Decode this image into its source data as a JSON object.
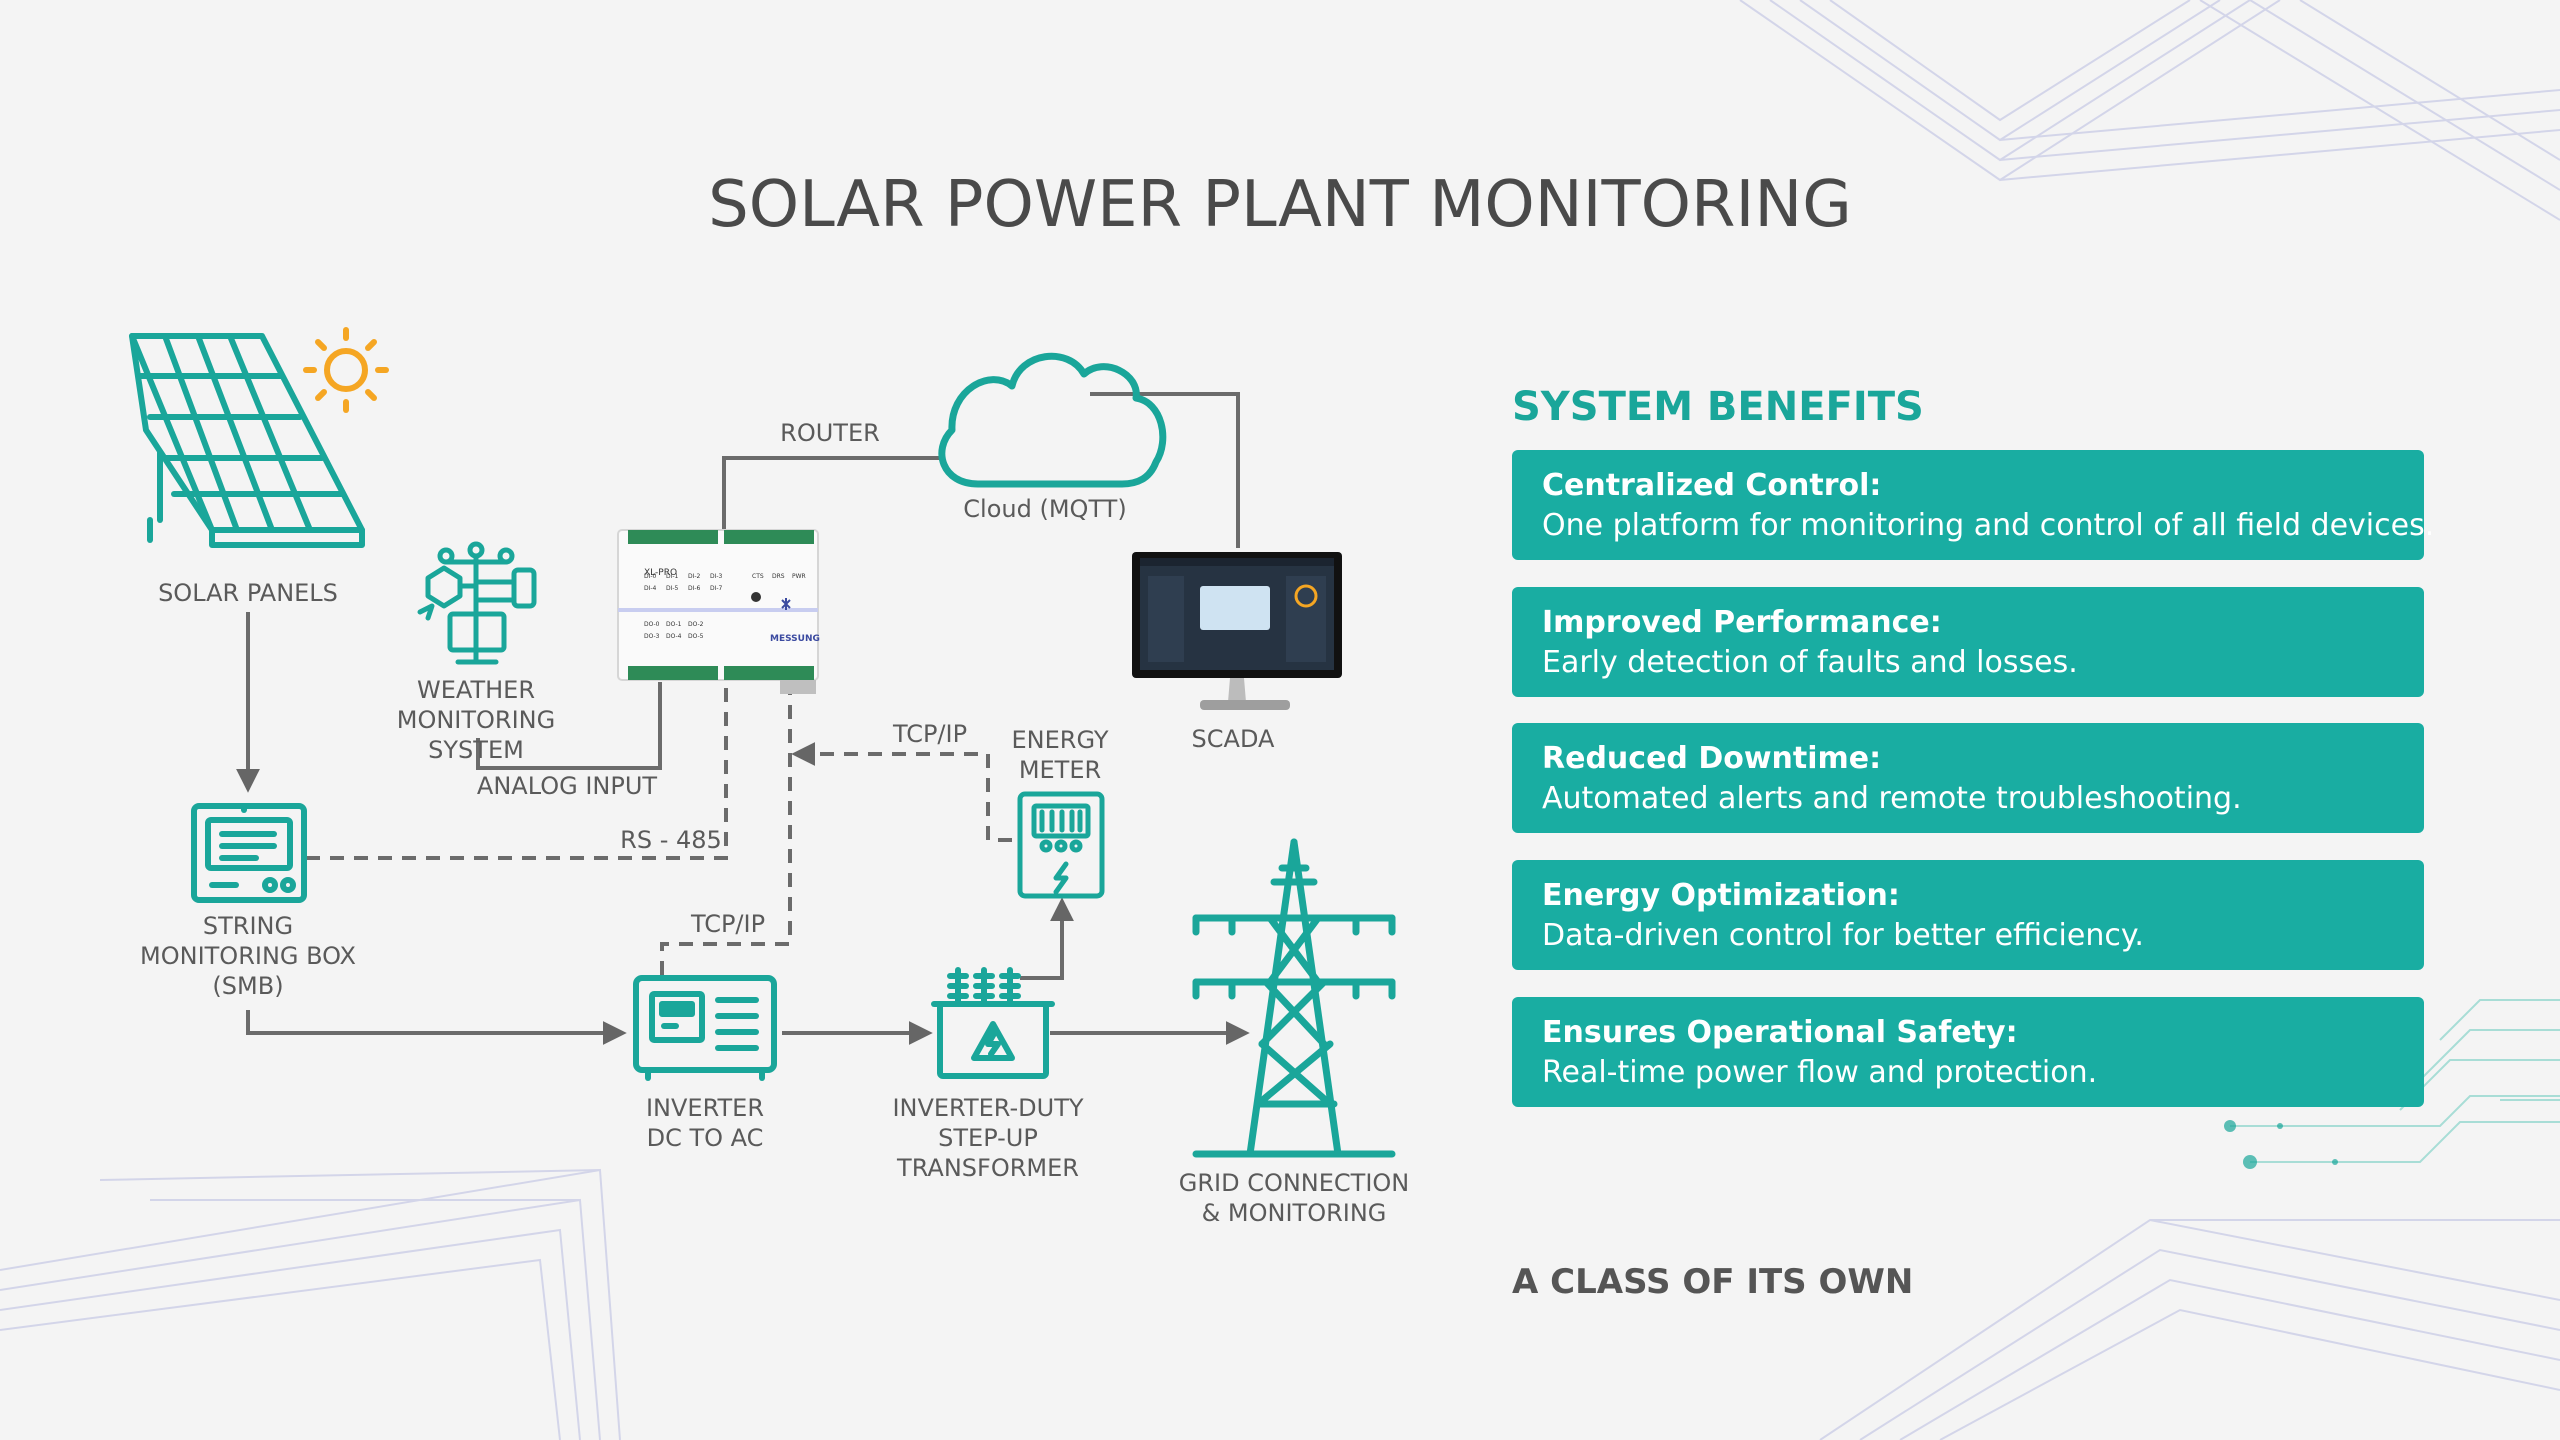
{
  "title": "SOLAR POWER PLANT MONITORING",
  "labels": {
    "solar_panels": "SOLAR PANELS",
    "weather_line1": "WEATHER",
    "weather_line2": "MONITORING SYSTEM",
    "analog_input": "ANALOG INPUT",
    "rs485": "RS - 485",
    "router": "ROUTER",
    "cloud": "Cloud (MQTT)",
    "scada": "SCADA",
    "tcpip_top": "TCP/IP",
    "tcpip_bottom": "TCP/IP",
    "energy_meter_line1": "ENERGY",
    "energy_meter_line2": "METER",
    "smb_line1": "STRING",
    "smb_line2": "MONITORING BOX",
    "smb_line3": "(SMB)",
    "inverter_line1": "INVERTER",
    "inverter_line2": "DC TO AC",
    "transformer_line1": "INVERTER-DUTY",
    "transformer_line2": "STEP-UP",
    "transformer_line3": "TRANSFORMER",
    "grid_line1": "GRID CONNECTION",
    "grid_line2": "& MONITORING"
  },
  "device": {
    "brand": "MESSUNG",
    "model": "XL-PRO",
    "ports_top": [
      "DI-0",
      "DI-1",
      "DI-2",
      "DI-3",
      "CTS",
      "DRS",
      "PWR"
    ],
    "ports_row2": [
      "DI-4",
      "DI-5",
      "DI-6",
      "DI-7"
    ],
    "ports_row3": [
      "DO-0",
      "DO-1",
      "DO-2"
    ],
    "ports_row4": [
      "DO-3",
      "DO-4",
      "DO-5"
    ]
  },
  "benefits": {
    "heading": "SYSTEM BENEFITS",
    "items": [
      {
        "title": "Centralized Control:",
        "desc": "One platform for monitoring and control of all field devices."
      },
      {
        "title": "Improved Performance:",
        "desc": "Early detection of faults and losses."
      },
      {
        "title": "Reduced Downtime:",
        "desc": "Automated alerts and remote troubleshooting."
      },
      {
        "title": "Energy Optimization:",
        "desc": "Data-driven control for better efficiency."
      },
      {
        "title": "Ensures Operational Safety:",
        "desc": "Real-time power flow and protection."
      }
    ]
  },
  "tagline": "A CLASS OF ITS OWN",
  "colors": {
    "accent": "#1aa69a",
    "card": "#19ada2",
    "sun": "#f5a623",
    "line": "#666666",
    "background": "#f4f4f4"
  }
}
